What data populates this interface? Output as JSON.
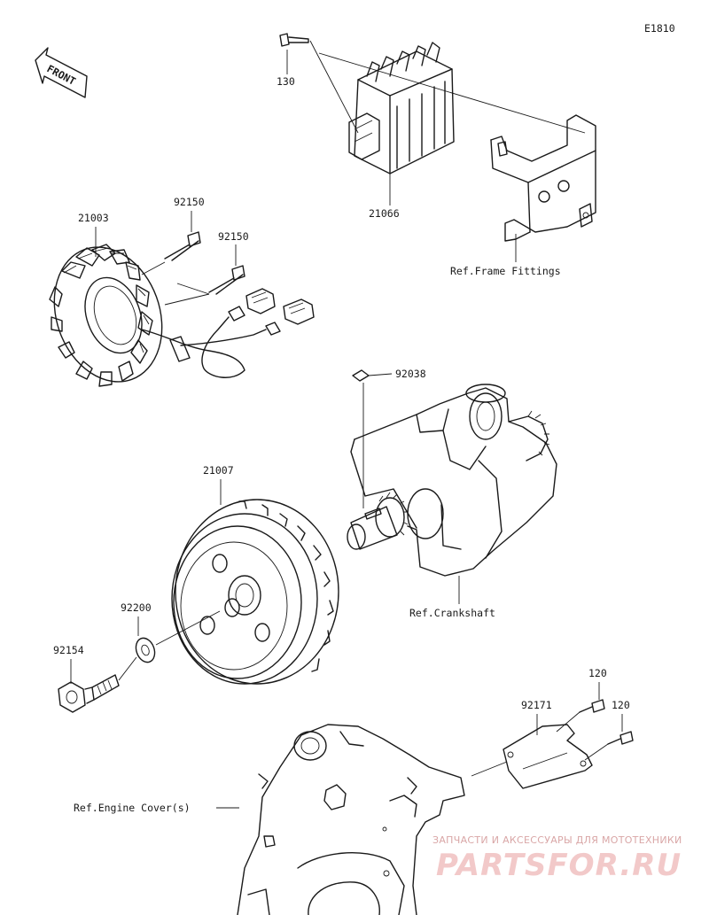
{
  "diagram_id": "E1810",
  "front_label": "FRONT",
  "parts": [
    {
      "key": "p130",
      "number": "130"
    },
    {
      "key": "p21066",
      "number": "21066"
    },
    {
      "key": "p21003",
      "number": "21003"
    },
    {
      "key": "p92150a",
      "number": "92150"
    },
    {
      "key": "p92150b",
      "number": "92150"
    },
    {
      "key": "p92038",
      "number": "92038"
    },
    {
      "key": "p21007",
      "number": "21007"
    },
    {
      "key": "p92200",
      "number": "92200"
    },
    {
      "key": "p92154",
      "number": "92154"
    },
    {
      "key": "p120a",
      "number": "120"
    },
    {
      "key": "p120b",
      "number": "120"
    },
    {
      "key": "p92171",
      "number": "92171"
    }
  ],
  "references": {
    "frame_fittings": "Ref.Frame Fittings",
    "crankshaft": "Ref.Crankshaft",
    "engine_cover": "Ref.Engine Cover(s)"
  },
  "watermark": {
    "tagline": "ЗАПЧАСТИ И АКСЕССУАРЫ ДЛЯ МОТОТЕХНИКИ",
    "brand": "PARTSFOR.RU"
  }
}
